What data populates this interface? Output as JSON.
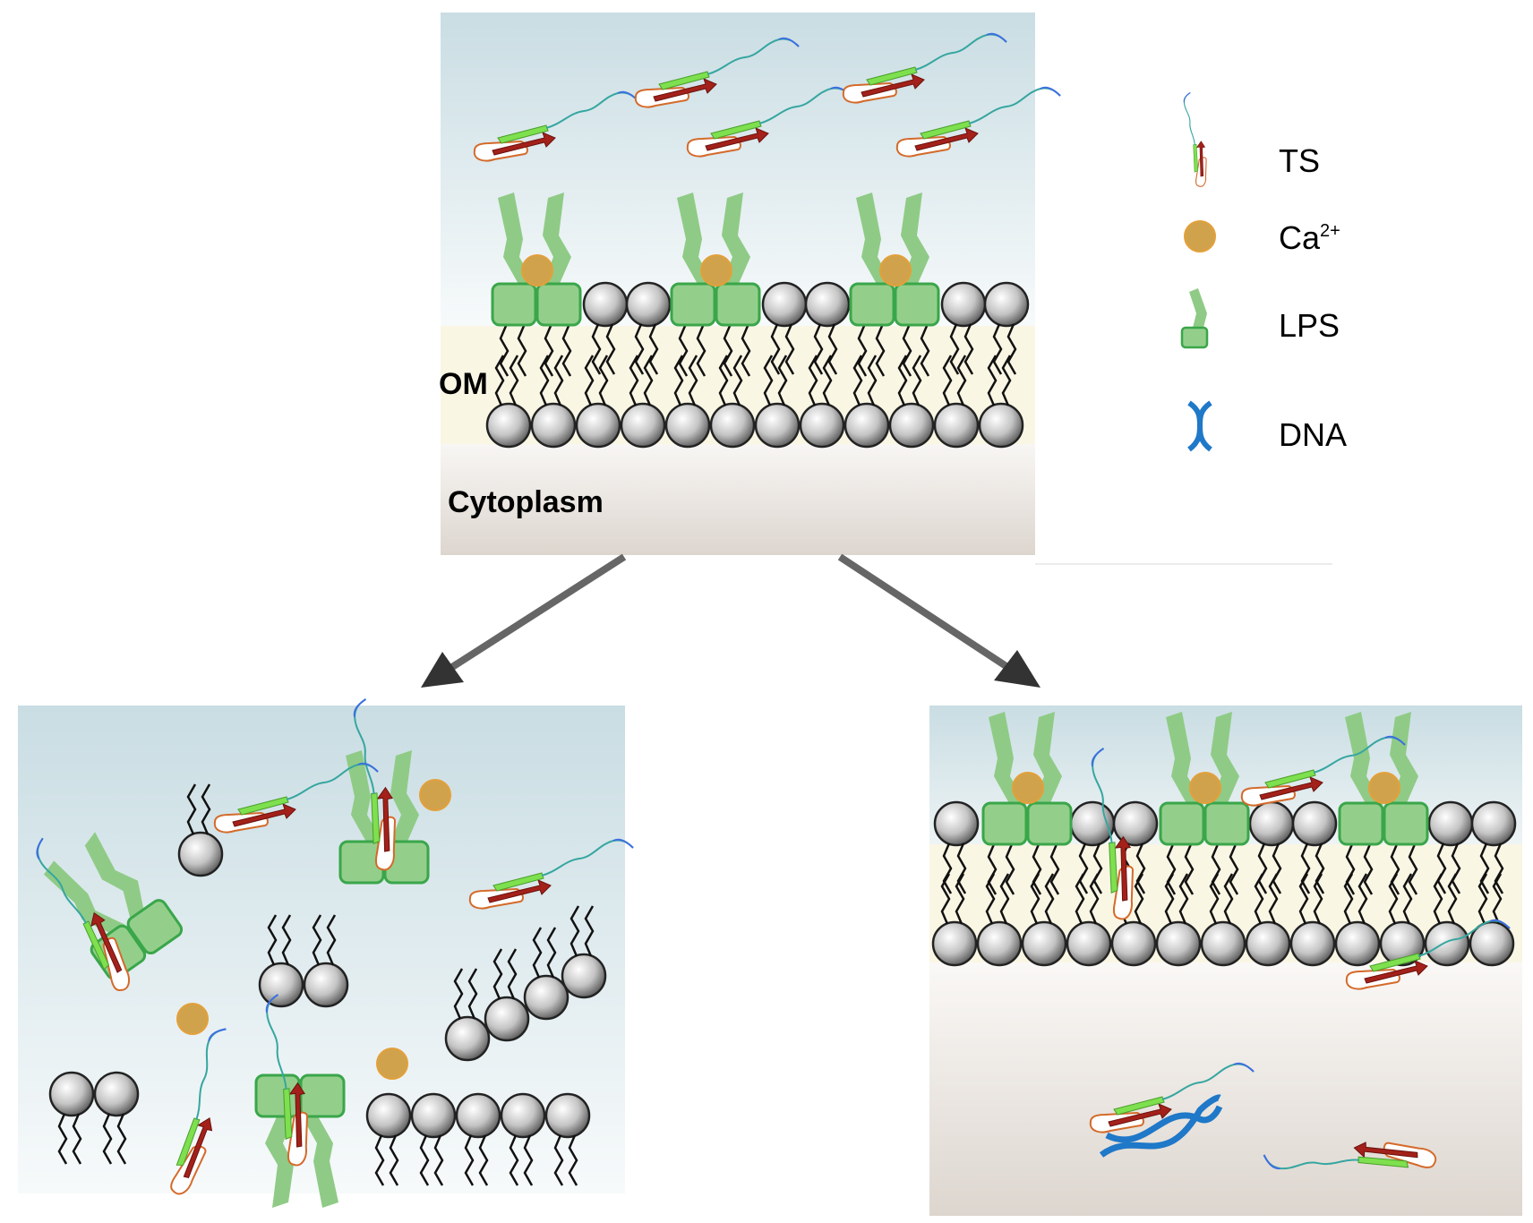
{
  "labels": {
    "om": "OM",
    "cytoplasm": "Cytoplasm"
  },
  "legend": {
    "items": [
      {
        "icon": "ts-protein-icon",
        "label": "TS"
      },
      {
        "icon": "calcium-ion-icon",
        "label": "Ca",
        "superscript": "2+"
      },
      {
        "icon": "lps-icon",
        "label": "LPS"
      },
      {
        "icon": "dna-icon",
        "label": "DNA"
      }
    ]
  },
  "colors": {
    "extracellular_top": "#c9dde3",
    "extracellular_bottom": "#f7fafb",
    "membrane_core": "#faf6e4",
    "cytoplasm_top": "#f8f6f4",
    "cytoplasm_bottom": "#ddd6cf",
    "lps_fill": "#8fcb86",
    "lps_stroke": "#3aa64a",
    "calcium": "#d1a24c",
    "dna": "#1f78c8",
    "ts_green": "#7ee04e",
    "ts_red": "#a3211a",
    "arrow": "#666666"
  }
}
